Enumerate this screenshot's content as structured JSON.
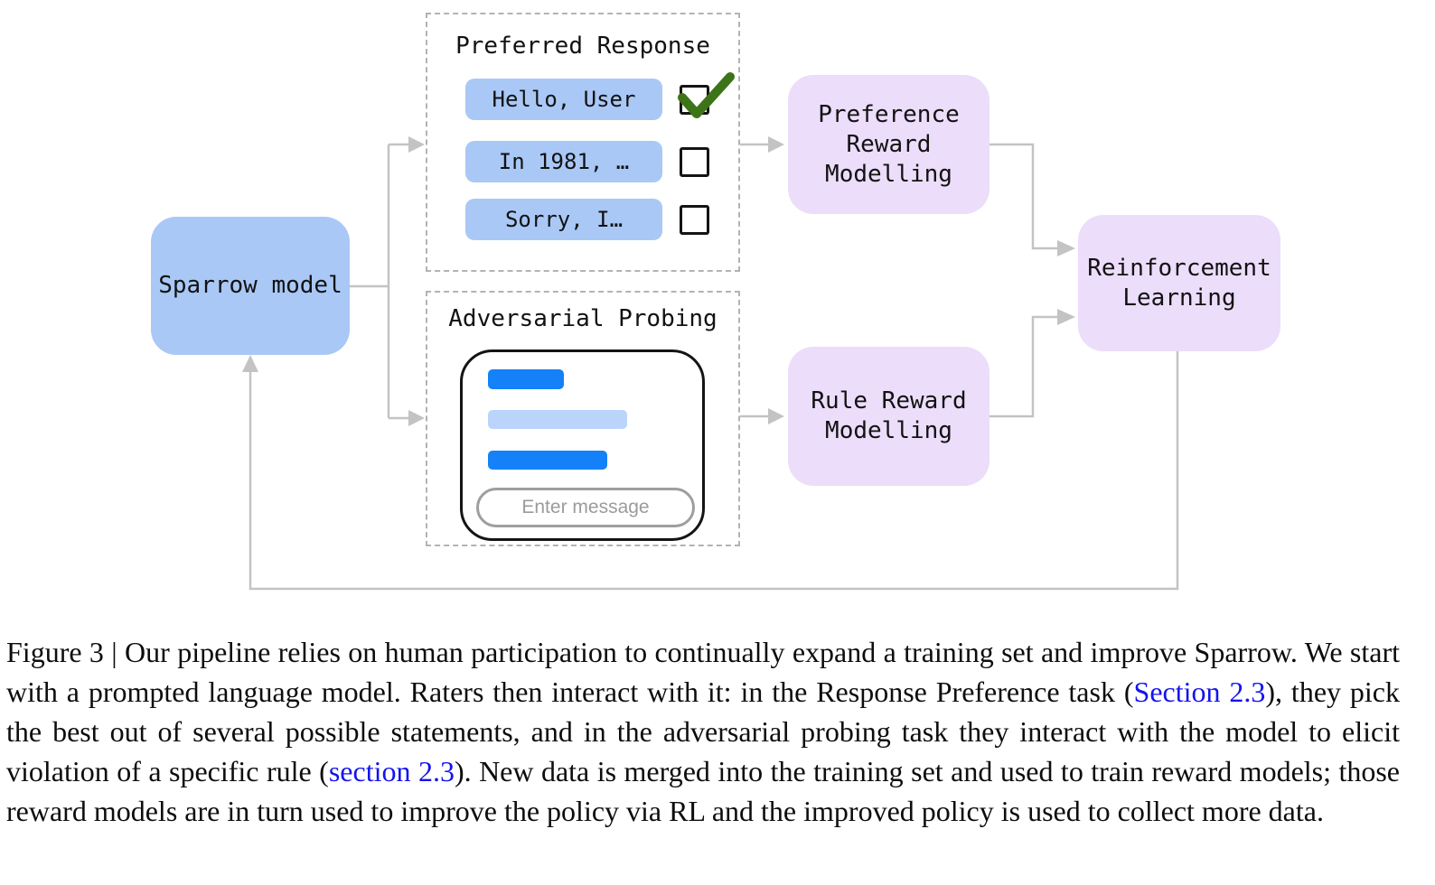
{
  "colors": {
    "box_blue": "#A9C8F6",
    "box_purple": "#ECDDFB",
    "chat_bar_dark_blue": "#1481F8",
    "chat_bar_light_blue": "#BAD4FC",
    "check_green": "#3D7418",
    "connector_gray": "#C3C3C3",
    "dashed_border_gray": "#B3B3B3",
    "link_blue": "#1414EE",
    "placeholder_gray": "#9B9B9B"
  },
  "diagram": {
    "sparrow_box": {
      "label": "Sparrow model"
    },
    "preferred_response": {
      "title": "Preferred Response",
      "options": [
        {
          "label": "Hello, User",
          "checked": true
        },
        {
          "label": "In 1981, …",
          "checked": false
        },
        {
          "label": "Sorry, I…",
          "checked": false
        }
      ]
    },
    "adversarial_probing": {
      "title": "Adversarial Probing",
      "chat_placeholder": "Enter message"
    },
    "preference_reward_box": {
      "label": "Preference Reward Modelling"
    },
    "rule_reward_box": {
      "label": "Rule Reward Modelling"
    },
    "reinforcement_learning_box": {
      "label": "Reinforcement Learning"
    }
  },
  "caption": {
    "segments": [
      {
        "text": "Figure 3 | Our pipeline relies on human participation to continually expand a training set and improve Sparrow. We start with a prompted language model. Raters then interact with it: in the Response Preference task ("
      },
      {
        "text": "Section 2.3",
        "link": true
      },
      {
        "text": "), they pick the best out of several possible statements, and in the adversarial probing task they interact with the model to elicit violation of a specific rule ("
      },
      {
        "text": "section 2.3",
        "link": true
      },
      {
        "text": "). New data is merged into the training set and used to train reward models; those reward models are in turn used to improve the policy via RL and the improved policy is used to collect more data."
      }
    ]
  }
}
